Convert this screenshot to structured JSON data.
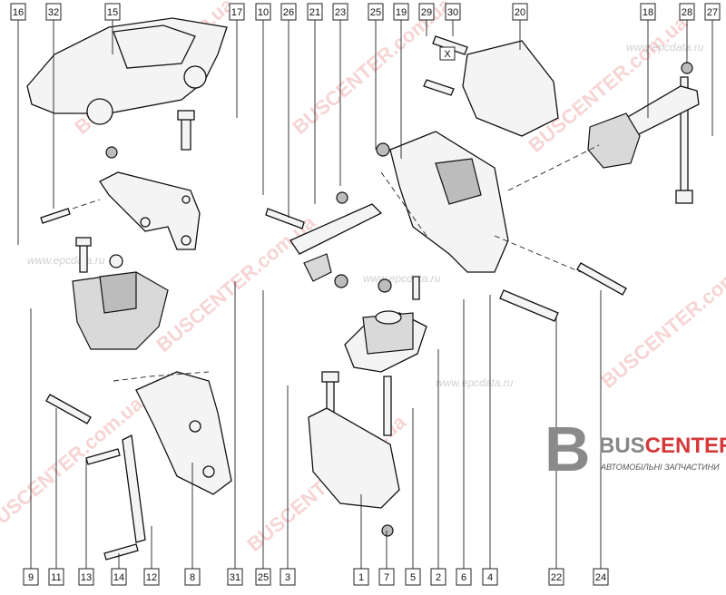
{
  "top_labels": [
    "16",
    "32",
    "15",
    "17",
    "10",
    "26",
    "21",
    "23",
    "25",
    "19",
    "29",
    "30",
    "20",
    "18",
    "28",
    "27"
  ],
  "bottom_labels": [
    "9",
    "11",
    "13",
    "14",
    "12",
    "8",
    "31",
    "25",
    "3",
    "1",
    "7",
    "5",
    "2",
    "6",
    "4",
    "22",
    "24"
  ],
  "callout_x": "X",
  "logo": {
    "brand_a": "BUS",
    "brand_b": "CENTER",
    "subtitle": "АВТОМОБІЛЬНІ ЗАПЧАСТИНИ"
  },
  "watermarks": {
    "site_a": "BUSCENTER.com.ua",
    "site_b": "www.epcdata.ru"
  },
  "colors": {
    "watermark_red": "#d43a3a",
    "line": "#222222"
  }
}
